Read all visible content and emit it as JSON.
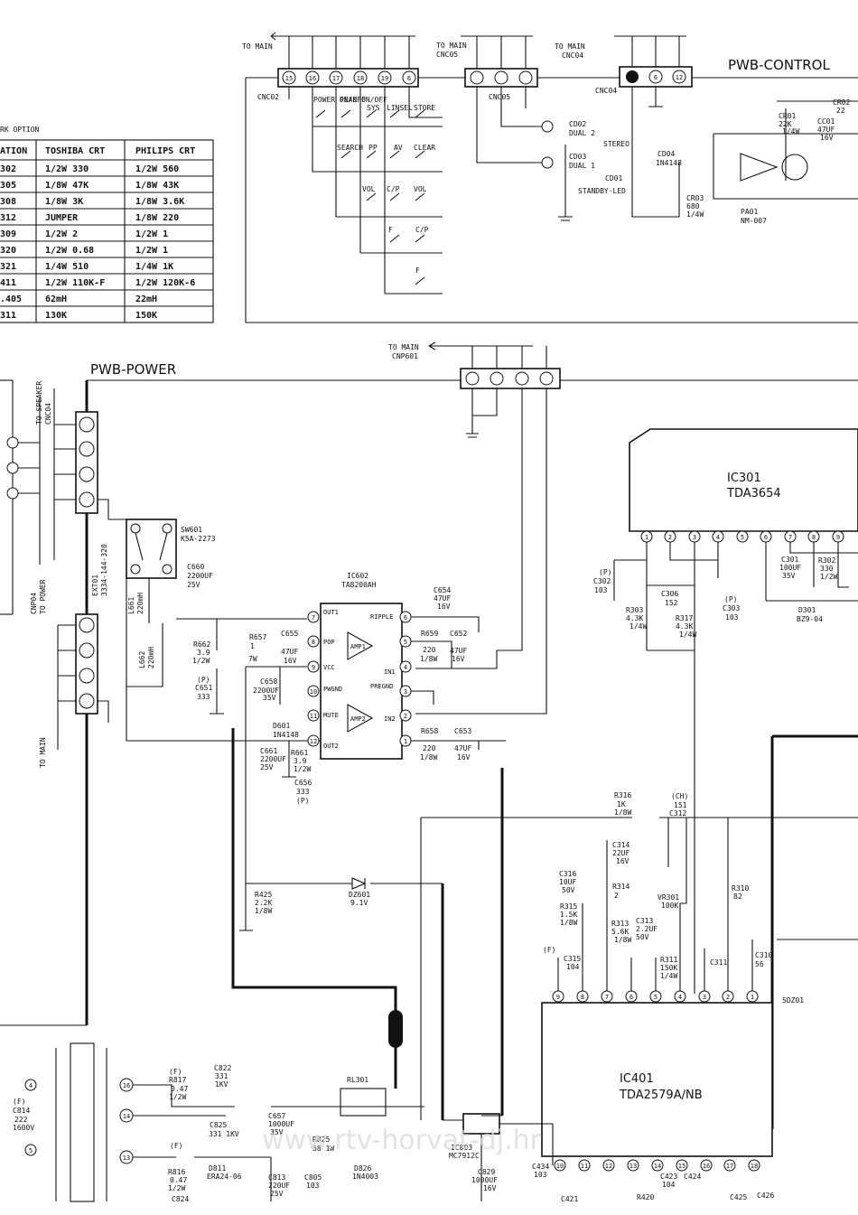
{
  "sections": {
    "control_title": "PWB-CONTROL",
    "power_title": "PWB-POWER"
  },
  "connectors": {
    "cnc02": "CNC02",
    "cnc05": "CNC05",
    "cnc04": "CNC04",
    "to_main_1": "TO MAIN",
    "to_main_2": "TO MAIN",
    "cnc05_top": "CNC05",
    "to_main_3": "TO MAIN",
    "cnc04_top": "CNC04",
    "to_main_4": "TO MAIN",
    "cnp601": "CNP601",
    "to_speaker": "TO SPEAKER",
    "cnc04_side": "CNC04",
    "cnp04": "CNP04",
    "to_power": "TO POWER",
    "ext01": "EXT01",
    "ext01_part": "3334-144-320",
    "to_main_5": "TO MAIN",
    "cnc02_pins": [
      "15",
      "16",
      "17",
      "18",
      "19",
      "6"
    ],
    "cnc04_pins": [
      "6",
      "12"
    ]
  },
  "switches": {
    "row1": [
      "POWER ON/OFF",
      "PEAK ON/OFF",
      "SYS",
      "LINSEL",
      "STORE"
    ],
    "row2": [
      "SEARCH",
      "PP",
      "AV",
      "CLEAR"
    ],
    "row3": [
      "VOL",
      "C/P",
      "VOL"
    ],
    "row4": [
      "F",
      "C/P"
    ],
    "row5": [
      "F"
    ]
  },
  "option_table": {
    "title": "RK OPTION",
    "headers": [
      "ATION",
      "TOSHIBA CRT",
      "PHILIPS CRT"
    ],
    "rows": [
      [
        "302",
        "1/2W 330",
        "1/2W 560"
      ],
      [
        "305",
        "1/8W 47K",
        "1/8W 43K"
      ],
      [
        "308",
        "1/8W 3K",
        "1/8W 3.6K"
      ],
      [
        "312",
        "JUMPER",
        "1/8W 220"
      ],
      [
        "309",
        "1/2W 2",
        "1/2W 1"
      ],
      [
        "320",
        "1/2W 0.68",
        "1/2W 1"
      ],
      [
        "321",
        "1/4W 510",
        "1/4W 1K"
      ],
      [
        "411",
        "1/2W 110K-F",
        "1/2W 120K-6"
      ],
      [
        ".405",
        "62mH",
        "22mH"
      ],
      [
        "311",
        "130K",
        "150K"
      ]
    ]
  },
  "control_parts": {
    "cd02": "CD02",
    "cd02_v": "DUAL 2",
    "cd03": "CD03",
    "cd03_v": "DUAL 1",
    "stereo": "STEREO",
    "cd01": "CD01",
    "standby": "STANDBY-LED",
    "cd04": "CD04",
    "cd04_v": "1N4148",
    "cr03": "CR03",
    "cr03_v1": "680",
    "cr03_v2": "1/4W",
    "pa01": "PA01",
    "pa01_v": "NM-007",
    "cr01": "CR01",
    "cr01_v1": "22K",
    "cr01_v2": "1/4W",
    "cc01": "CC01",
    "cc01_v1": "47UF",
    "cc01_v2": "16V",
    "cr02": "CR02",
    "cr02_v": "22"
  },
  "power_parts": {
    "sw601": "SW601",
    "sw601_v": "K5A-2273",
    "l661": "L661",
    "l661_v": "220mH",
    "l662": "L662",
    "l662_v": "220mH",
    "c660": "C660",
    "c660_v1": "2200UF",
    "c660_v2": "25V",
    "r662": "R662",
    "r662_v1": "3.9",
    "r662_v2": "1/2W",
    "c651": "C651",
    "c651_p": "(P)",
    "c651_v": "333",
    "r657": "R657",
    "r657_v1": "1",
    "r657_v2": "7W",
    "c655": "C655",
    "c655_v1": "47UF",
    "c655_v2": "16V",
    "c658": "C658",
    "c658_v1": "2200UF",
    "c658_v2": "35V",
    "d601": "D601",
    "d601_v": "1N4148",
    "c661": "C661",
    "c661_v1": "2200UF",
    "c661_v2": "25V",
    "r661": "R661",
    "r661_v1": "3.9",
    "r661_v2": "1/2W",
    "c656": "C656",
    "c656_v": "333",
    "c656_p": "(P)",
    "ic602": "IC602",
    "ic602_v": "TA8200AH",
    "amp1": "AMP1",
    "amp2": "AMP2",
    "pins_left": [
      "OUT1",
      "POP",
      "VCC",
      "PWGND",
      "MUTE",
      "OUT2"
    ],
    "pins_right": [
      "RIPPLE",
      "IN1",
      "PREGND",
      "IN2"
    ],
    "c654": "C654",
    "c654_v1": "47UF",
    "c654_v2": "16V",
    "r659": "R659",
    "r659_v1": "220",
    "r659_v2": "1/8W",
    "c652": "C652",
    "c652_v1": "47UF",
    "c652_v2": "16V",
    "r658": "R658",
    "r658_v1": "220",
    "r658_v2": "1/8W",
    "c653": "C653",
    "c653_v1": "47UF",
    "c653_v2": "16V",
    "r425": "R425",
    "r425_v1": "2.2K",
    "r425_v2": "1/8W",
    "dz601": "DZ601",
    "dz601_v": "9.1V"
  },
  "ic301": {
    "name": "IC301",
    "part": "TDA3654",
    "pins": [
      "1",
      "2",
      "3",
      "4",
      "5",
      "6",
      "7",
      "8",
      "9"
    ],
    "c302": "C302",
    "c302_p": "(P)",
    "c302_v": "103",
    "c306": "C306",
    "c306_v": "152",
    "r303": "R303",
    "r303_v1": "4.3K",
    "r303_v2": "1/4W",
    "r317": "R317",
    "r317_v1": "4.3K",
    "r317_v2": "1/4W",
    "c303": "C303",
    "c303_p": "(P)",
    "c303_v": "103",
    "c301": "C301",
    "c301_v1": "100UF",
    "c301_v2": "35V",
    "r302": "R302",
    "r302_v1": "330",
    "r302_v2": "1/2W",
    "d301": "D301",
    "d301_v": "BZ9-04"
  },
  "ic401": {
    "name": "IC401",
    "part": "TDA2579A/NB",
    "pins_top": [
      "9",
      "8",
      "7",
      "6",
      "5",
      "4",
      "3",
      "2",
      "1"
    ],
    "pins_bottom": [
      "10",
      "11",
      "12",
      "13",
      "14",
      "15",
      "16",
      "17",
      "18"
    ],
    "r316": "R316",
    "r316_v1": "1K",
    "r316_v2": "1/8W",
    "c312": "C312",
    "c312_p": "(CH)",
    "c312_v": "151",
    "c314": "C314",
    "c314_v1": "22UF",
    "c314_v2": "16V",
    "c316": "C316",
    "c316_v1": "10UF",
    "c316_v2": "50V",
    "r314": "R314",
    "r314_v1": "2",
    "r315": "R315",
    "r315_v1": "1.5K",
    "r315_v2": "1/8W",
    "r313": "R313",
    "r313_v1": "5.6K",
    "r313_v2": "1/8W",
    "c313": "C313",
    "c313_v1": "2.2UF",
    "c313_v2": "50V",
    "c315": "C315",
    "c315_p": "(F)",
    "c315_v": "104",
    "vr301": "VR301",
    "vr301_v": "100K",
    "r311": "R311",
    "r311_v1": "150K",
    "r311_v2": "1/4W",
    "c311": "C311",
    "r310": "R310",
    "r310_v": "82",
    "c310": "C310",
    "c310_v": "56",
    "sdz01": "SDZ01",
    "c423": "C423",
    "c423_v": "104",
    "c424": "C424",
    "c425": "C425",
    "c426": "C426",
    "c421": "C421",
    "r420": "R420"
  },
  "bottom_parts": {
    "r817": "R817",
    "r817_p": "(F)",
    "r817_v1": "0.47",
    "r817_v2": "1/2W",
    "r816": "R816",
    "r816_p": "(F)",
    "r816_v1": "0.47",
    "r816_v2": "1/2W",
    "c822": "C822",
    "c822_v1": "331",
    "c822_v2": "1KV",
    "c825": "C825",
    "c825_v": "331 1KV",
    "d811": "D811",
    "d811_v": "ERA24-06",
    "c824": "C824",
    "c657": "C657",
    "c657_v1": "1000UF",
    "c657_v2": "35V",
    "c813": "C813",
    "c813_v1": "220UF",
    "c813_v2": "25V",
    "r825": "R825",
    "r825_v": "58 1W",
    "c805": "C805",
    "c805_v": "103",
    "d826": "D826",
    "d826_v": "1N4003",
    "ic803": "IC803",
    "ic803_v": "MC7912C",
    "c829": "C829",
    "c829_v1": "1000UF",
    "c829_v2": "16V",
    "c434": "C434",
    "c434_v": "103",
    "c814": "C814",
    "c814_p": "(F)",
    "c814_v1": "222",
    "c814_v2": "1600V",
    "pin_16": "16",
    "pin_14": "14",
    "pin_13": "13",
    "pin_4": "4",
    "pin_5": "5",
    "rl301": "RL301"
  },
  "watermark": "www.rtv-horvat-dj.hr"
}
